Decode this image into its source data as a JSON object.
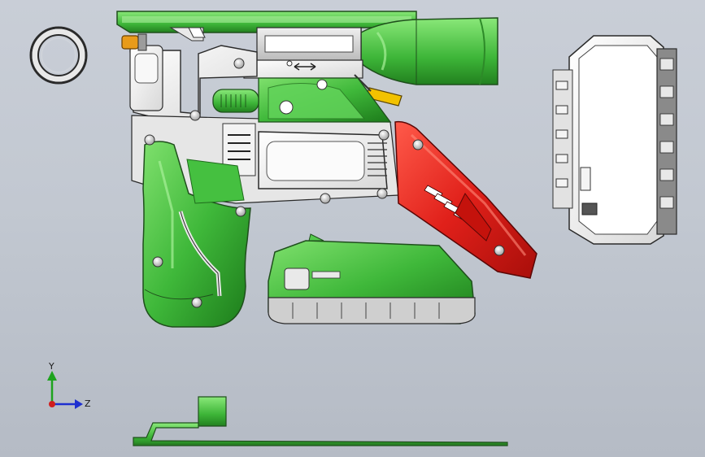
{
  "viewport": {
    "background": [
      "#c9ced7",
      "#b5bbc5"
    ]
  },
  "colors": {
    "green": "#3fb83a",
    "green_dark": "#1f6e1c",
    "red": "#e0201a",
    "white_part": "#f2f2f2",
    "gray_part": "#d6d6d6",
    "yellow": "#f2c200",
    "outline": "#2a2a2a"
  },
  "model": {
    "parts": [
      "drill-body-assembly",
      "red-side-cover",
      "battery-pack",
      "top-rail-plate",
      "barrel-cylinder",
      "ring-part",
      "battery-end-view",
      "bottom-flat-profile"
    ]
  },
  "triad": {
    "y_label": "Y",
    "z_label": "Z",
    "axis_colors": {
      "y": "#1ea31e",
      "z": "#1e2fd0",
      "x": "#d01e1e"
    }
  }
}
